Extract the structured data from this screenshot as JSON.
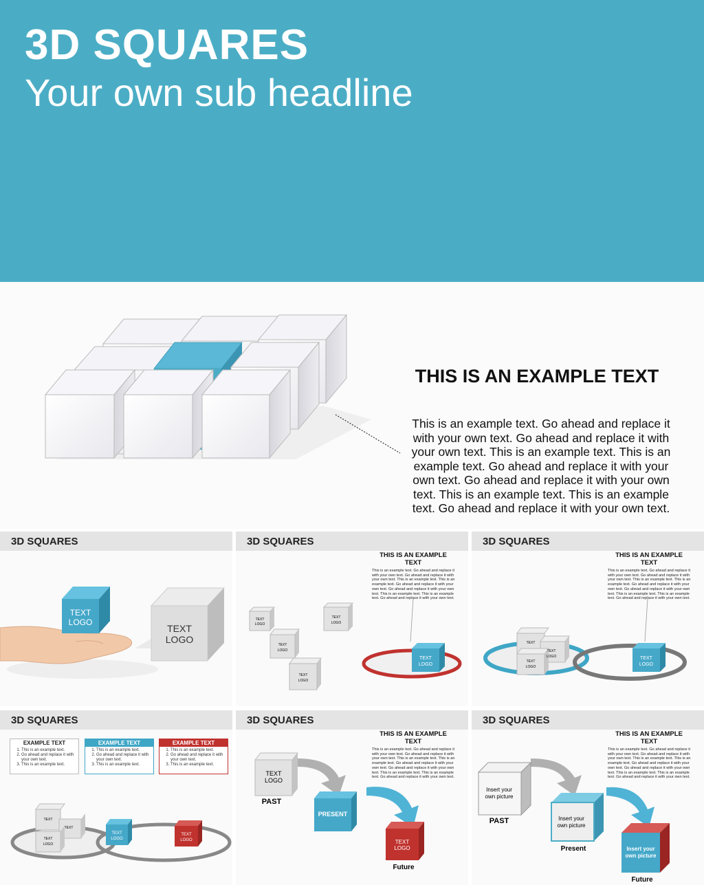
{
  "hero": {
    "title": "3D SQUARES",
    "subtitle": "Your own sub headline",
    "color": "#4badc5"
  },
  "main": {
    "heading": "THIS IS AN EXAMPLE TEXT",
    "body": "This is an example text. Go ahead and replace it with your own text. Go ahead and replace it with your own text. This is an example text. This is an example text. Go ahead and replace it with your own text. Go ahead and replace it with your own text. This is an example text. This is an example text. Go ahead and replace it with your own text."
  },
  "thumbs": {
    "title": "3D SQUARES",
    "heading": "THIS IS AN EXAMPLE TEXT",
    "body": "This is an example text. Go ahead and replace it with your own text. Go ahead and replace it with your own text. This is an example text. This is an example text. Go ahead and replace it with your own text. Go ahead and replace it with your own text. This is an example text. This is an example text. Go ahead and replace it with your own text.",
    "cube_text": "TEXT",
    "cube_logo": "LOGO",
    "boxes": [
      {
        "header": "EXAMPLE TEXT",
        "items": [
          "This is an example text.",
          "Go ahead and replace it with your own text.",
          "This is an example text."
        ],
        "color": "#ffffff"
      },
      {
        "header": "EXAMPLE TEXT",
        "items": [
          "This is an example text.",
          "Go ahead and replace it with your own text.",
          "This is an example text."
        ],
        "color": "#3fa6c6"
      },
      {
        "header": "EXAMPLE TEXT",
        "items": [
          "This is an example text.",
          "Go ahead and replace it with your own text.",
          "This is an example text."
        ],
        "color": "#c0322e"
      }
    ],
    "past": "PAST",
    "present": "PRESENT",
    "present2": "Present",
    "future": "Future",
    "insert_line1": "Insert your",
    "insert_line2": "own picture"
  },
  "colors": {
    "blue": "#3fa6c6",
    "red": "#c0322e",
    "gray": "#e4e4e4"
  }
}
